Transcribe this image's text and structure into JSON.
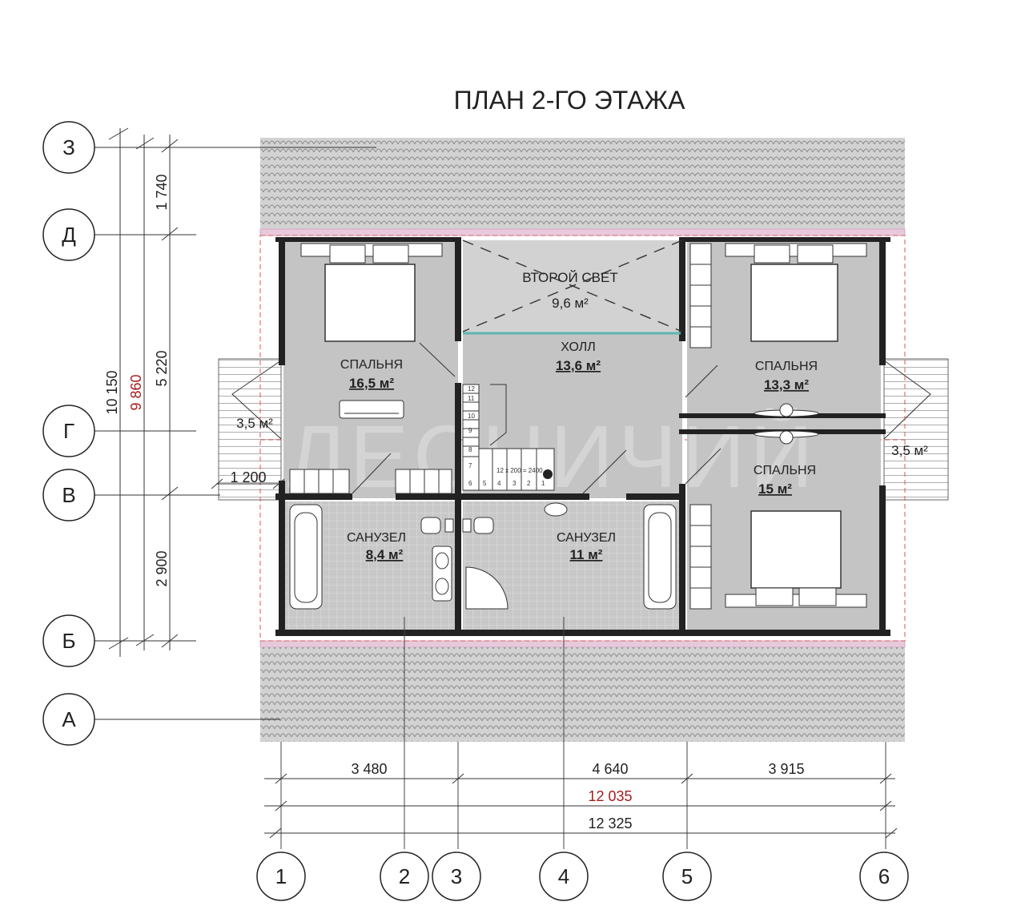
{
  "title": "ПЛАН 2-ГО ЭТАЖА",
  "rooms": {
    "second_light": {
      "name": "ВТОРОЙ СВЕТ",
      "area": "9,6 м²"
    },
    "hall": {
      "name": "ХОЛЛ",
      "area": "13,6 м²"
    },
    "bedroom_left": {
      "name": "СПАЛЬНЯ",
      "area": "16,5 м²"
    },
    "bedroom_right_top": {
      "name": "СПАЛЬНЯ",
      "area": "13,3 м²"
    },
    "bedroom_right_bottom": {
      "name": "СПАЛЬНЯ",
      "area": "15 м²"
    },
    "bathroom_left": {
      "name": "САНУЗЕЛ",
      "area": "8,4 м²"
    },
    "bathroom_center": {
      "name": "САНУЗЕЛ",
      "area": "11 м²"
    },
    "balcony_left": {
      "area": "3,5 м²"
    },
    "balcony_right": {
      "area": "3,5 м²"
    }
  },
  "stair_label": "12 x 200 = 2400",
  "stair_steps": [
    "1",
    "2",
    "3",
    "4",
    "5",
    "6",
    "7",
    "8",
    "9",
    "10",
    "11",
    "12"
  ],
  "dimensions": {
    "bottom": {
      "span_1_3": "3 480",
      "span_3_5": "4 640",
      "span_5_6": "3 915",
      "total_inner": "12 035",
      "total_outer": "12 325"
    },
    "left": {
      "outer": "10 150",
      "inner": "9 860",
      "span_3_d": "1 740",
      "span_d_v": "5 220",
      "span_v_b": "2 900"
    },
    "balcony_depth": "1 200"
  },
  "axes": {
    "rows": [
      "З",
      "Д",
      "Г",
      "В",
      "Б",
      "А"
    ],
    "columns": [
      "1",
      "2",
      "3",
      "4",
      "5",
      "6"
    ]
  },
  "watermark": "ЛЕСНИЧИЙ",
  "colors": {
    "room_fill": "#c4c4c4",
    "roof_fill": "#cfcfcf",
    "wall": "#222222",
    "dim_red": "#a31d1d",
    "glass": "#5fb6b0",
    "roof_edge": "#d7a6c8"
  }
}
